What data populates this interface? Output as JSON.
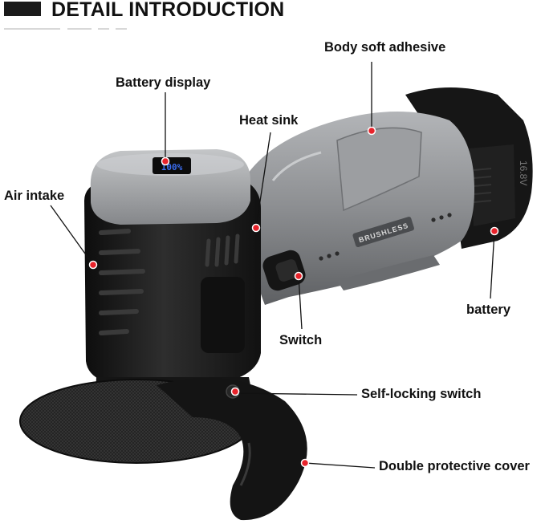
{
  "header": {
    "title": "DETAIL INTRODUCTION"
  },
  "labels": {
    "body_soft_adhesive": "Body soft adhesive",
    "battery_display": "Battery display",
    "heat_sink": "Heat sink",
    "air_intake": "Air intake",
    "battery": "battery",
    "switch": "Switch",
    "self_locking_switch": "Self-locking switch",
    "double_protective_cover": "Double protective cover"
  },
  "product": {
    "brand_text": "BRUSHLESS",
    "voltage_text": "16.8V",
    "display_readout": "100%"
  },
  "colors": {
    "marker_red": "#e8232b",
    "body_black": "#1c1c1c",
    "body_grey": "#8e9093",
    "display_blue": "#3b6df0"
  }
}
